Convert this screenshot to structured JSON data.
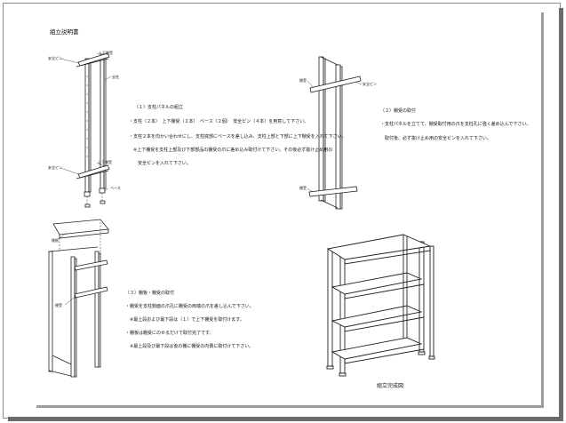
{
  "title": "組立説明書",
  "labels": {
    "anzenpin_top": "安全ピン",
    "upper_lower_frame": "上下棚受",
    "pillar": "支柱",
    "anzenpin_bottom": "安全ピン",
    "upper_lower_frame_bottom": "上下棚受",
    "base": "ベース",
    "middle_frame_1": "棚受",
    "anzenpin_mid": "安全ピン",
    "middle_frame_2": "棚受",
    "shelf_board": "棚板",
    "middle_frame_3": "棚受",
    "completed": "組立完成図"
  },
  "sections": {
    "s1": {
      "heading": "（１）支柱パネルの組立",
      "lines": [
        "・支柱（２本）　上下棚受（２本）　ベース（２個）　安全ピン（４本）を用意して下さい。",
        "・支柱２本を向かい合わせにし、支柱底部にベースを差し込み、支柱上部と下部に上下棚受を入れて下さい。",
        "　※上下棚受を支柱上部及び下部部品の棚受の爪に差め込み取付けて下さい。その後必ず抜け止め用の",
        "　　安全ピンを入れて下さい。"
      ]
    },
    "s2": {
      "heading": "（２）棚受の取付",
      "lines": [
        "・支柱パネルを立てて、棚受取付用の爪を支柱孔に強く差め込んで下さい。",
        "　取付後、必ず抜け止め用の安全ピンを入れて下さい。"
      ]
    },
    "s3": {
      "heading": "（３）棚板・棚受の取付",
      "lines": [
        "・棚受を支柱側面の爪孔に棚受の両端の爪を差し込んで下さい。",
        "　※最上段および最下段は（１）で上下棚受を取付けます。",
        "・棚板は棚受にのせるだけで取付完了です。",
        "　※最上段及び最下段は後の棚に棚受の内側に取付けて下さい。"
      ]
    }
  }
}
